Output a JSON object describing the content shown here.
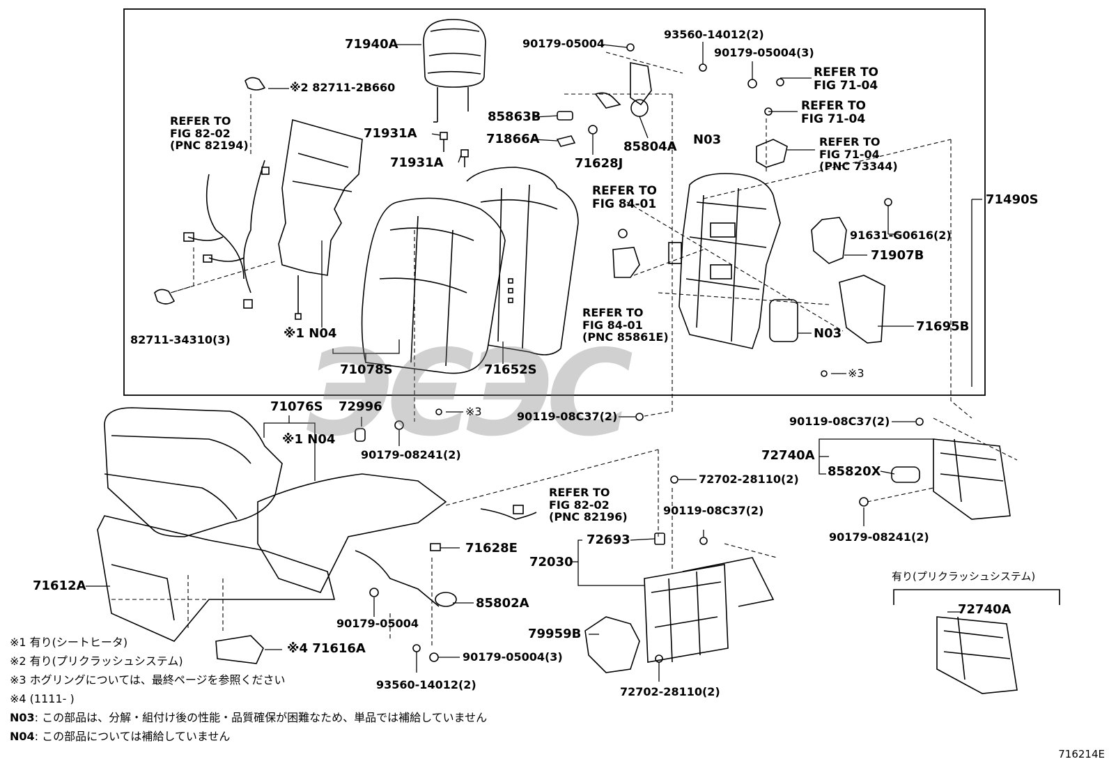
{
  "watermark": "ЭЄЭС",
  "sheet_id": "716214E",
  "labels": {
    "p71940A": "71940A",
    "p90179_05004_a": "90179-05004",
    "p93560_14012_2_a": "93560-14012(2)",
    "p90179_05004_3_a": "90179-05004(3)",
    "p82711_2B660": "※2 82711-2B660",
    "p85863B": "85863B",
    "p71931A_a": "71931A",
    "p71866A": "71866A",
    "p71931A_b": "71931A",
    "p85804A": "85804A",
    "p71628J": "71628J",
    "pN03_a": "N03",
    "p71490S": "71490S",
    "p91631": "91631-G0616(2)",
    "p71907B": "71907B",
    "p71695B": "71695B",
    "pN03_b": "N03",
    "pX3_a": "※3",
    "p82711_34310": "82711-34310(3)",
    "pX1N04_a": "※1 N04",
    "p71078S": "71078S",
    "p71652S": "71652S",
    "p71076S": "71076S",
    "p72996": "72996",
    "pX1N04_b": "※1 N04",
    "pX3_b": "※3",
    "p90119_08C37_2_a": "90119-08C37(2)",
    "p90179_08241_2_a": "90179-08241(2)",
    "p90119_08C37_2_b": "90119-08C37(2)",
    "p72740A_a": "72740A",
    "p85820X": "85820X",
    "p90179_08241_2_b": "90179-08241(2)",
    "p72702_28110_a": "72702-28110(2)",
    "p90119_08C37_2_c": "90119-08C37(2)",
    "p72693": "72693",
    "p72030": "72030",
    "p71628E": "71628E",
    "p85802A": "85802A",
    "p71612A": "71612A",
    "p90179_05004_b": "90179-05004",
    "p79959B": "79959B",
    "p90179_05004_3_b": "90179-05004(3)",
    "p71616A": "※4 71616A",
    "p93560_14012_2_b": "93560-14012(2)",
    "p72702_28110_b": "72702-28110(2)",
    "p72740A_b": "72740A",
    "pPrecrash": "有り(プリクラッシュシステム)"
  },
  "refers": {
    "r1": "REFER TO\nFIG 71-04",
    "r2": "REFER TO\nFIG 71-04",
    "r3": "REFER TO\nFIG 71-04\n(PNC 73344)",
    "r4": "REFER TO\nFIG 82-02\n(PNC 82194)",
    "r5": "REFER TO\nFIG 84-01",
    "r6": "REFER TO\nFIG 84-01\n(PNC 85861E)",
    "r7": "REFER TO\nFIG 82-02\n(PNC 82196)"
  },
  "notes": {
    "n1": "※1 有り(シートヒータ)",
    "n2": "※2 有り(プリクラッシュシステム)",
    "n3": "※3 ホグリングについては、最終ページを参照ください",
    "n4": "※4 (1111-     )",
    "n5_code": "N03",
    "n5_text": ": この部品は、分解・組付け後の性能・品質確保が困難なため、単品では補給していません",
    "n6_code": "N04",
    "n6_text": ": この部品については補給していません"
  }
}
